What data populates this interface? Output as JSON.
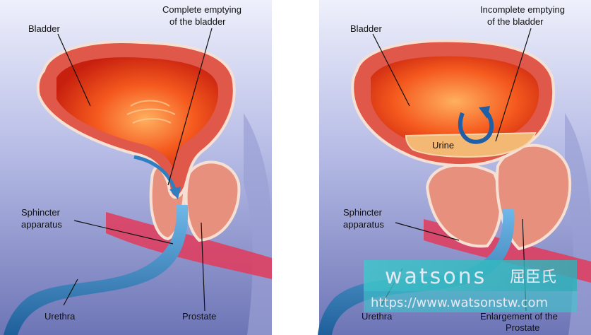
{
  "left_panel": {
    "labels": {
      "bladder": "Bladder",
      "emptying_line1": "Complete emptying",
      "emptying_line2": "of the bladder",
      "sphincter_line1": "Sphincter",
      "sphincter_line2": "apparatus",
      "urethra": "Urethra",
      "prostate": "Prostate"
    }
  },
  "right_panel": {
    "labels": {
      "bladder": "Bladder",
      "emptying_line1": "Incomplete emptying",
      "emptying_line2": "of the bladder",
      "urine": "Urine",
      "sphincter_line1": "Sphincter",
      "sphincter_line2": "apparatus",
      "urethra": "Urethra",
      "enlargement_line1": "Enlargement of the",
      "enlargement_line2": "Prostate"
    }
  },
  "watermark": {
    "brand": "watsons",
    "chinese": "屈臣氏",
    "url": "https://www.watsonstw.com",
    "color": "#39c1c6"
  },
  "colors": {
    "panel_bg": "#7f86c0",
    "bladder_wall": "#e0584a",
    "bladder_inner": "#f05020",
    "prostate": "#e48878",
    "urethra": "#3a8ac4",
    "urine": "#f0b070"
  }
}
